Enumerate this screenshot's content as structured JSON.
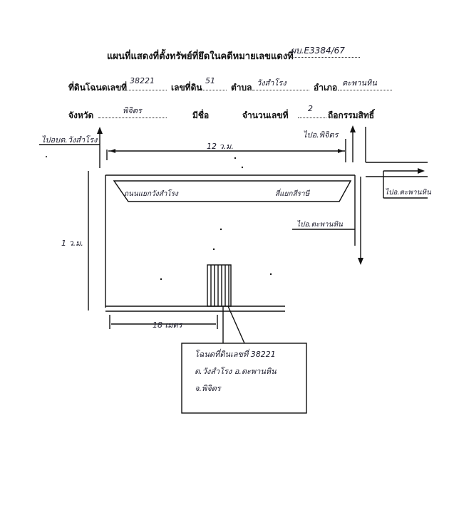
{
  "header": {
    "title": "แผนที่แสดงที่ตั้งทรัพย์ที่ยึดในคดีหมายเลขแดงที่",
    "case_number": "ผบ.E3384/67"
  },
  "line1": {
    "deed_label": "ที่ดินโฉนดเลขที่",
    "deed_value": "38221",
    "land_label": "เลขที่ดิน",
    "land_value": "51",
    "subdistrict_label": "ตำบล",
    "subdistrict_value": "วังสำโรง",
    "district_label": "อำเภอ",
    "district_value": "ตะพานหิน"
  },
  "line2": {
    "province_label": "จังหวัด",
    "province_value": "พิจิตร",
    "name_label": "มีชื่อ",
    "order_label": "จำนวนเลขที่",
    "order_value": "2",
    "owner_label": "ถือกรรมสิทธิ์"
  },
  "map": {
    "road_left": "ไปอบต.วังสำโรง",
    "road_top": "ไปอ.พิจิตร",
    "road_right": "ไปอ.ตะพานหิน",
    "road_down": "ไปอ.ตะพานหิน",
    "width_top": "12 ว.ม.",
    "height_left": "1 ว.ม.",
    "bottom_dim": "18 เมตร",
    "corner_left": "ถนนแยกวังสำโรง",
    "corner_right": "สี่แยกสีราษี"
  },
  "memo": {
    "line1": "โฉนดที่ดินเลขที่ 38221",
    "line2": "ต.วังสำโรง อ.ตะพานหิน",
    "line3": "จ.พิจิตร"
  }
}
